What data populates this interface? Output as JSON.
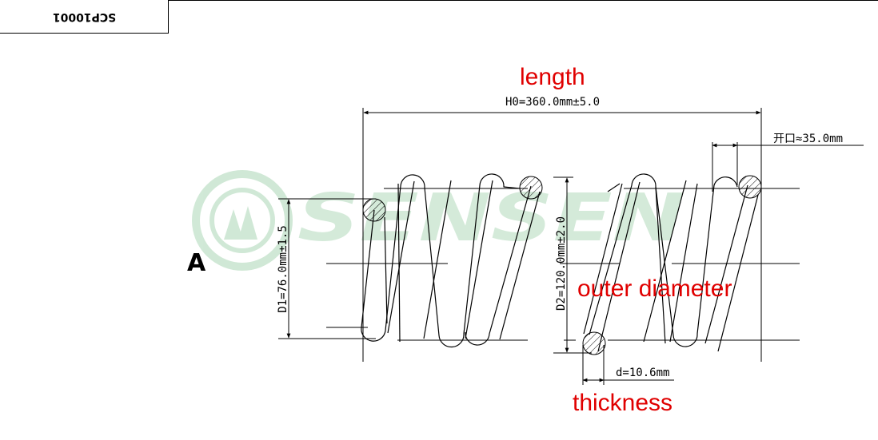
{
  "part_number": "SCP10001",
  "view_label": "A",
  "watermark": {
    "text": "SENSEN",
    "color": "#2e9b47"
  },
  "annotations": {
    "length": "length",
    "outer_diameter": "outer diameter",
    "thickness": "thickness"
  },
  "dimensions": {
    "free_length": "H0=360.0mm±5.0",
    "opening": "开口≈35.0mm",
    "inner_diameter": "D1=76.0mm±1.5",
    "outer_diameter": "D2=120.0mm±2.0",
    "wire_diameter": "d=10.6mm"
  },
  "colors": {
    "annotation": "#e00000",
    "lines": "#000000"
  }
}
